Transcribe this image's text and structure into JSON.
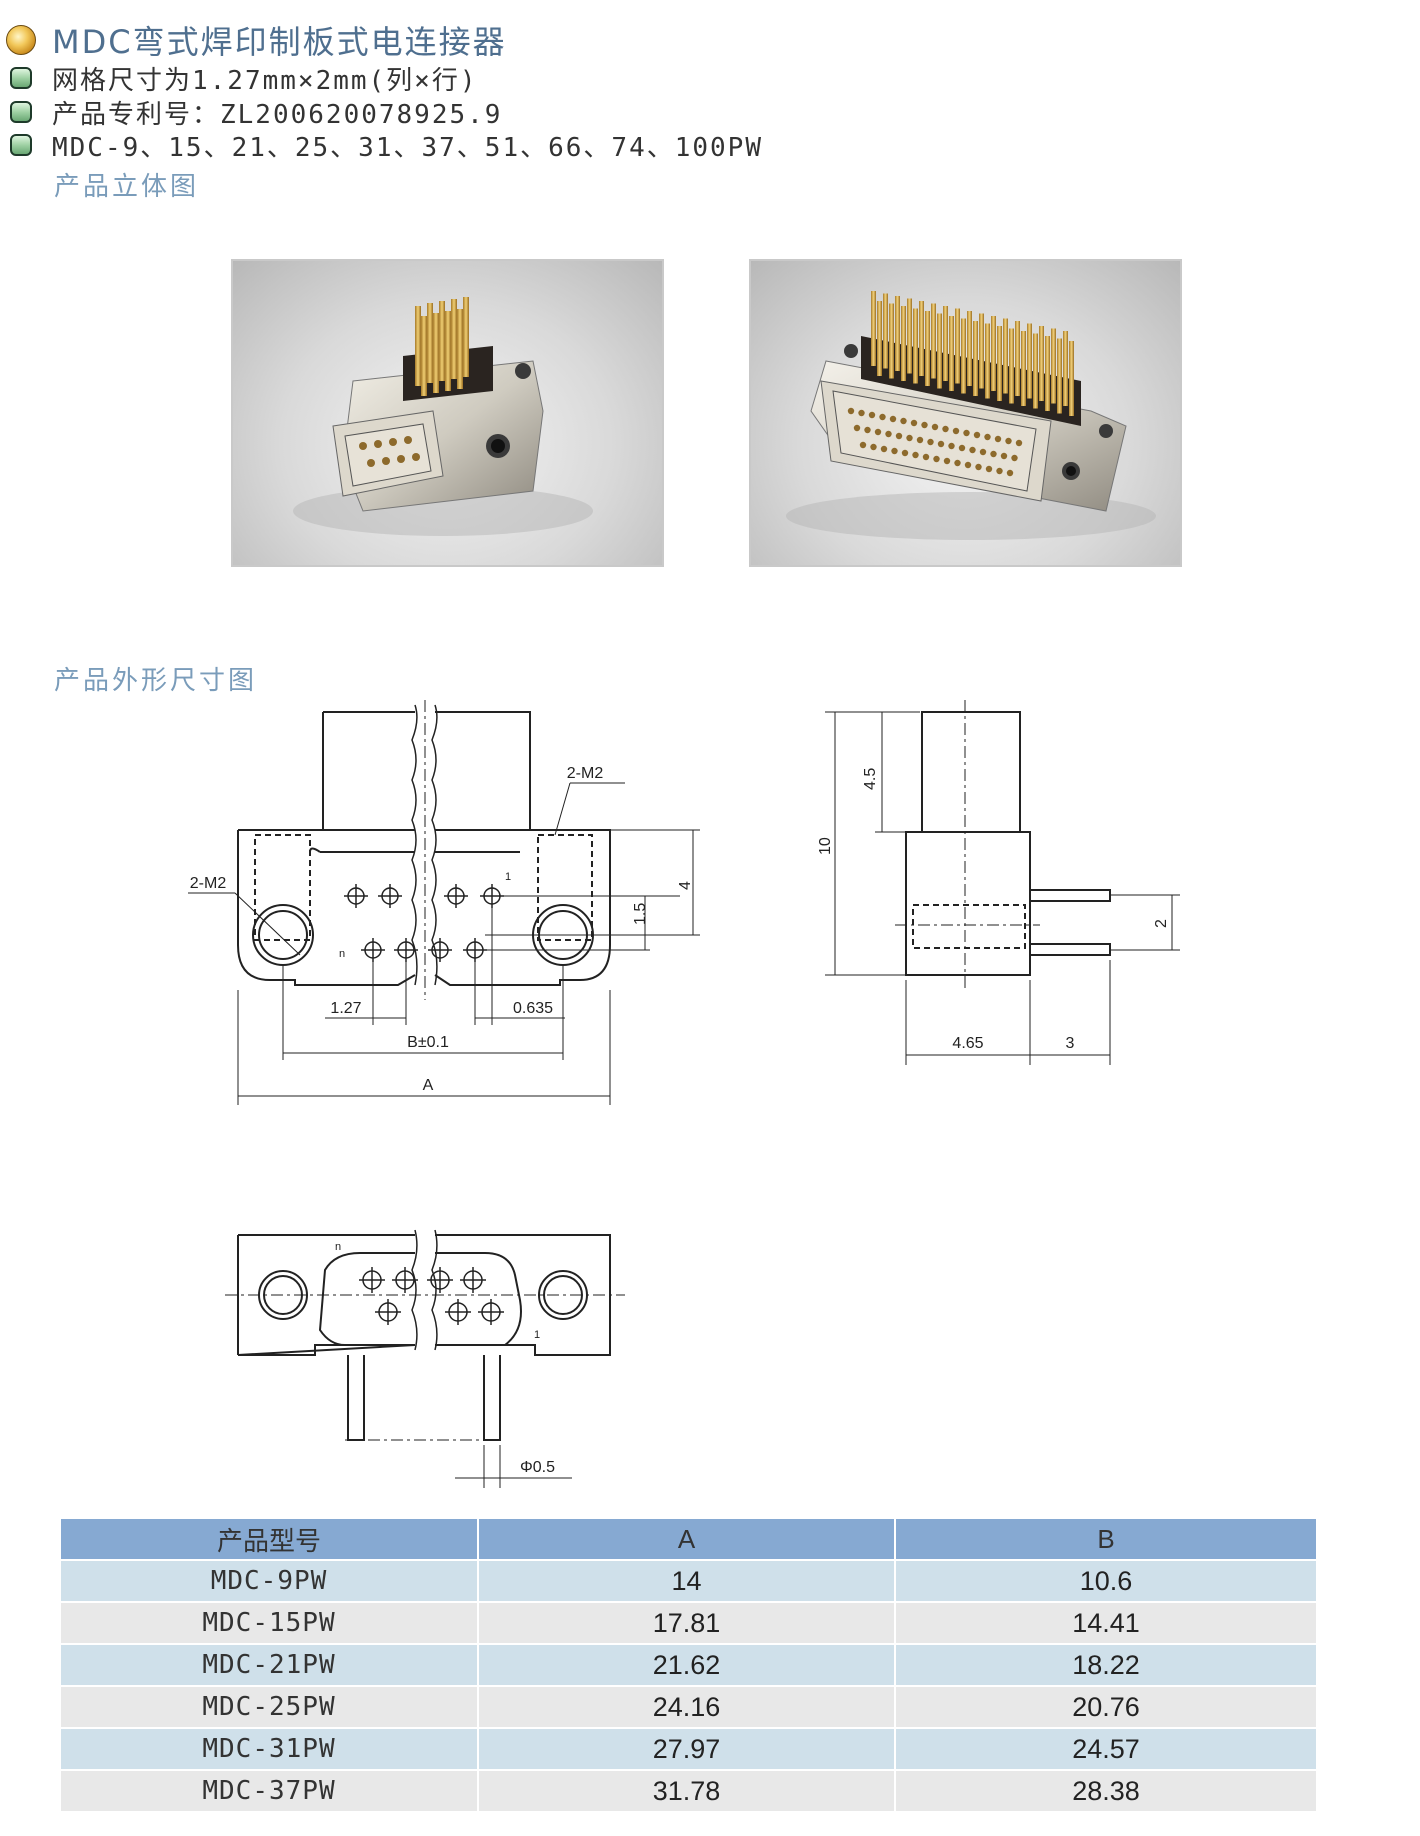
{
  "header": {
    "title": "MDC弯式焊印制板式电连接器",
    "features": [
      "网格尺寸为1.27mm×2mm(列×行)",
      "产品专利号：ZL200620078925.9",
      "MDC-9、15、21、25、31、37、51、66、74、100PW"
    ],
    "photo_section": "产品立体图",
    "dimension_section": "产品外形尺寸图"
  },
  "drawing": {
    "label_2m2_top": "2-M2",
    "label_2m2_left": "2-M2",
    "pitch": "1.27",
    "offset": "0.635",
    "dim_b": "B±0.1",
    "dim_a": "A",
    "row_spacing": "1.5",
    "dim_4": "4",
    "pin1": "1",
    "pin_n": "n",
    "side_4_5": "4.5",
    "side_10": "10",
    "side_2": "2",
    "side_4_65": "4.65",
    "side_3": "3",
    "bottom_n": "n",
    "bottom_1": "1",
    "pin_dia": "Φ0.5"
  },
  "table": {
    "headers": [
      "产品型号",
      "A",
      "B"
    ],
    "rows": [
      [
        "MDC-9PW",
        "14",
        "10.6"
      ],
      [
        "MDC-15PW",
        "17.81",
        "14.41"
      ],
      [
        "MDC-21PW",
        "21.62",
        "18.22"
      ],
      [
        "MDC-25PW",
        "24.16",
        "20.76"
      ],
      [
        "MDC-31PW",
        "27.97",
        "24.57"
      ],
      [
        "MDC-37PW",
        "31.78",
        "28.38"
      ]
    ]
  }
}
